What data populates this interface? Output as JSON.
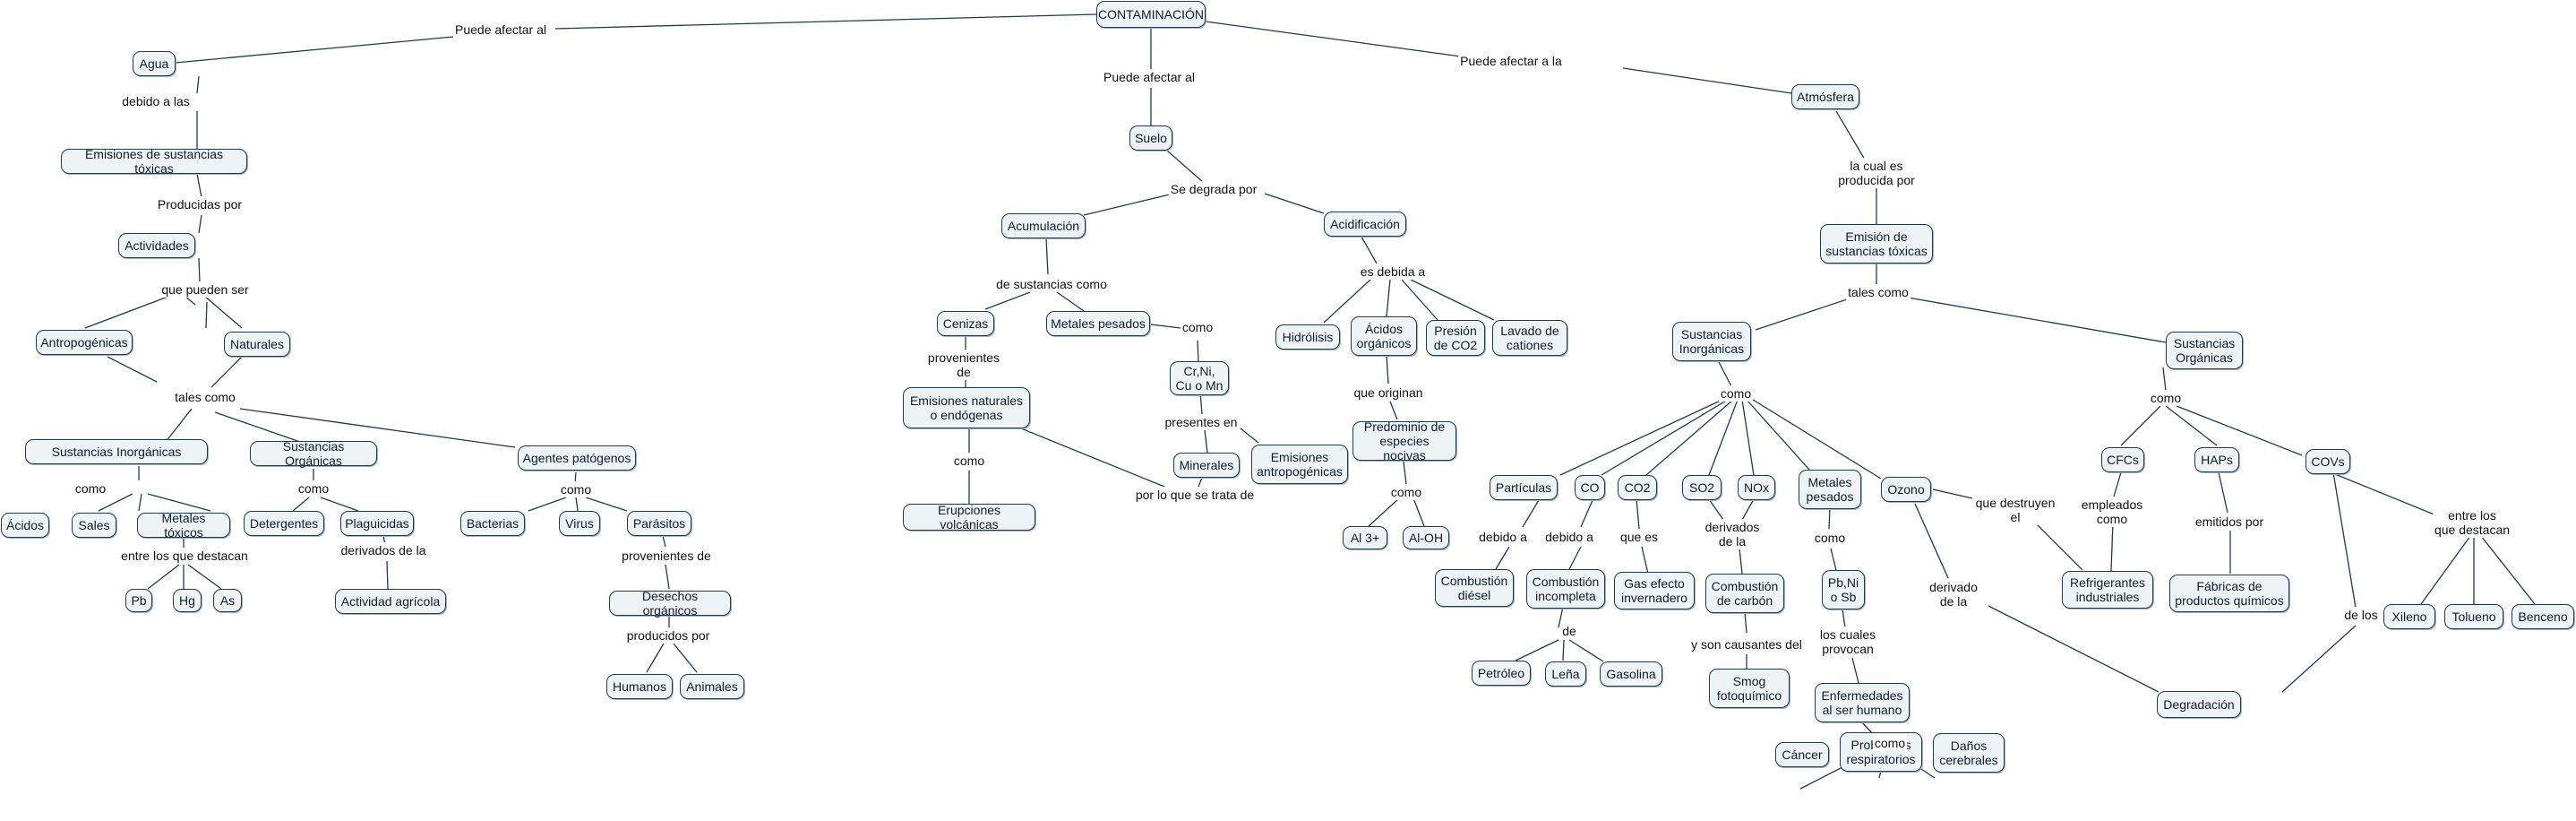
{
  "nodes": {
    "contaminacion": "CONTAMINACIÓN",
    "agua": "Agua",
    "suelo": "Suelo",
    "atmosfera": "Atmósfera",
    "emisiones_toxicas": "Emisiones de sustancias tóxicas",
    "actividades": "Actividades",
    "antropogenicas": "Antropogénicas",
    "naturales": "Naturales",
    "agua_inorganicas": "Sustancias Inorgánicas",
    "agua_organicas": "Sustancias Orgánicas",
    "agentes_patogenos": "Agentes patógenos",
    "acidos": "Ácidos",
    "sales": "Sales",
    "metales_toxicos": "Metales tóxicos",
    "pb": "Pb",
    "hg": "Hg",
    "as": "As",
    "detergentes": "Detergentes",
    "plaguicidas": "Plaguicidas",
    "actividad_agricola": "Actividad agrícola",
    "bacterias": "Bacterias",
    "virus": "Virus",
    "parasitos": "Parásitos",
    "desechos_organicos": "Desechos orgánicos",
    "humanos": "Humanos",
    "animales": "Animales",
    "acumulacion": "Acumulación",
    "acidificacion": "Acidificación",
    "cenizas": "Cenizas",
    "metales_pesados_suelo": "Metales pesados",
    "emisiones_naturales": "Emisiones naturales\no endógenas",
    "erupciones": "Erupciones volcánicas",
    "cr_ni": "Cr,Ni,\nCu o Mn",
    "minerales": "Minerales",
    "emisiones_antropogenicas": "Emisiones\nantropogénicas",
    "hidrolisis": "Hidrólisis",
    "acidos_organicos": "Ácidos\norgánicos",
    "presion_co2": "Presión\nde CO2",
    "lavado_cationes": "Lavado de\ncationes",
    "predominio_especies": "Predominio de\nespecies nocivas",
    "al3": "Al 3+",
    "aloh": "Al-OH",
    "emision_sustancias_toxicas": "Emisión de\nsustancias tóxicas",
    "atm_inorganicas": "Sustancias\nInorgánicas",
    "atm_organicas": "Sustancias\nOrgánicas",
    "particulas": "Partículas",
    "co": "CO",
    "co2": "CO2",
    "so2": "SO2",
    "nox": "NOx",
    "metales_pesados_atm": "Metales\npesados",
    "ozono": "Ozono",
    "combustion_diesel": "Combustión\ndiésel",
    "combustion_incompleta": "Combustión\nincompleta",
    "petroleo": "Petróleo",
    "lena": "Leña",
    "gasolina": "Gasolina",
    "gas_efecto_invernadero": "Gas efecto\ninvernadero",
    "combustion_carbon": "Combustión\nde carbón",
    "smog": "Smog\nfotoquímico",
    "pb_ni_sb": "Pb,Ni\no Sb",
    "enfermedades": "Enfermedades\nal ser humano",
    "cancer": "Cáncer",
    "problemas_respiratorios": "Problemas\nrespiratorios",
    "danos_cerebrales": "Daños\ncerebrales",
    "cfcs": "CFCs",
    "haps": "HAPs",
    "covs": "COVs",
    "refrigerantes": "Refrigerantes\nindustriales",
    "fabricas": "Fábricas de\nproductos químicos",
    "xileno": "Xileno",
    "tolueno": "Tolueno",
    "benceno": "Benceno",
    "degradacion": "Degradación"
  },
  "links": {
    "puede_afectar_al_agua": "Puede afectar al",
    "puede_afectar_al_suelo": "Puede afectar al",
    "puede_afectar_a_la": "Puede afectar a la",
    "debido_a_las": "debido a las",
    "producidas_por": "Producidas por",
    "que_pueden_ser": "que pueden ser",
    "tales_como_agua": "tales como",
    "como_inorg": "como",
    "entre_los_que_destacan": "entre los que destacan",
    "como_org": "como",
    "derivados_de_la": "derivados de la",
    "como_patogenos": "como",
    "provenientes_de_parasitos": "provenientes de",
    "producidos_por": "producidos por",
    "se_degrada_por": "Se degrada por",
    "de_sustancias_como": "de sustancias como",
    "provenientes_de_cenizas": "provenientes\nde",
    "como_emisiones": "como",
    "como_metales": "como",
    "presentes_en": "presentes en",
    "por_lo_que_se_trata_de": "por lo que se trata de",
    "es_debida_a": "es debida a",
    "que_originan": "que originan",
    "como_predominio": "como",
    "la_cual_es_producida_por": "la cual es\nproducida por",
    "tales_como_atm": "tales como",
    "como_atm_inorg": "como",
    "debido_a_particulas": "debido a",
    "debido_a_co": "debido a",
    "de": "de",
    "que_es": "que es",
    "derivados_de_la_atm": "derivados\nde la",
    "y_son_causantes_del": "y son causantes del",
    "como_metales_atm": "como",
    "los_cuales_provocan": "los cuales\nprovocan",
    "como_enfermedades": "como",
    "que_destruyen_el": "que destruyen\nel",
    "derivado_de_la": "derivado\nde la",
    "como_atm_org": "como",
    "empleados_como": "empleados\ncomo",
    "emitidos_por": "emitidos por",
    "entre_los_que_destacan_covs": "entre los\nque destacan",
    "de_los": "de los"
  }
}
